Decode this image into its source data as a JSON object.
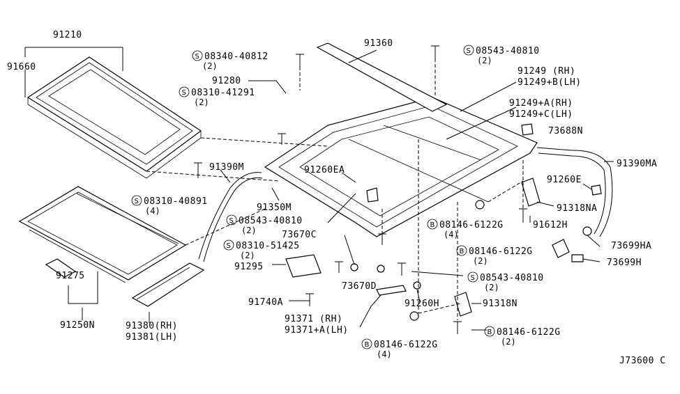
{
  "diagram_id": "J73600 C",
  "labels": {
    "p91210": "91210",
    "p91660": "91660",
    "p91360": "91360",
    "p08340": "08340-40812",
    "p08340_q": "(2)",
    "p08543_top": "08543-40810",
    "p08543_top_q": "(2)",
    "p91280": "91280",
    "p08310_41291": "08310-41291",
    "p08310_41291_q": "(2)",
    "p91249": "91249  (RH)",
    "p91249b": "91249+B(LH)",
    "p91249a": "91249+A(RH)",
    "p91249c": "91249+C(LH)",
    "p73688n": "73688N",
    "p91390m": "91390M",
    "p91390ma": "91390MA",
    "p91260ea": "91260EA",
    "p91260e": "91260E",
    "p08310_40891": "08310-40891",
    "p08310_40891_q": "(4)",
    "p91350m": "91350M",
    "p91318na": "91318NA",
    "p08543_mid": "08543-40810",
    "p08543_mid_q": "(2)",
    "p08146_a": "08146-6122G",
    "p08146_a_q": "(4)",
    "p91612h": "91612H",
    "p73670c": "73670C",
    "p08310_51425": "08310-51425",
    "p08310_51425_q": "(2)",
    "p08146_b": "08146-6122G",
    "p08146_b_q": "(2)",
    "p73699ha": "73699HA",
    "p73699h": "73699H",
    "p91295": "91295",
    "p73670d": "73670D",
    "p08543_low": "08543-40810",
    "p08543_low_q": "(2)",
    "p91275": "91275",
    "p91740a": "91740A",
    "p91260h": "91260H",
    "p91318n": "91318N",
    "p91371": "91371  (RH)",
    "p91371a": "91371+A(LH)",
    "p08146_c": "08146-6122G",
    "p08146_c_q": "(2)",
    "p91250n": "91250N",
    "p91380": "91380(RH)",
    "p91381": "91381(LH)",
    "p08146_d": "08146-6122G",
    "p08146_d_q": "(4)"
  },
  "symbols": {
    "s": "S",
    "b": "B"
  }
}
